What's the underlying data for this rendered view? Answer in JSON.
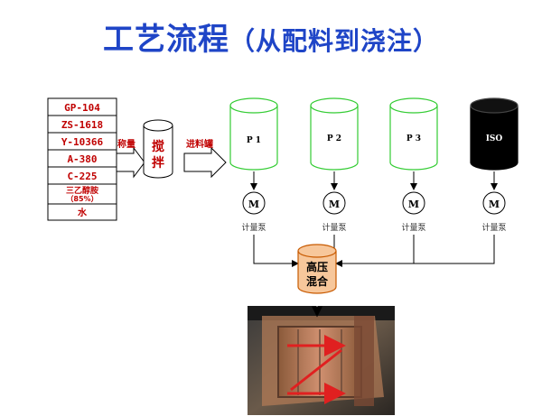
{
  "title": {
    "main": "工艺流程",
    "sub": "（从配料到浇注）"
  },
  "materials": [
    "GP-104",
    "ZS-1618",
    "Y-10366",
    "A-380",
    "C-225",
    "三乙醇胺",
    "（85%）",
    "水"
  ],
  "weigh_label": "称量",
  "mixer_label_1": "搅",
  "mixer_label_2": "拌",
  "feed_label": "进料罐",
  "tanks": [
    {
      "label": "P 1"
    },
    {
      "label": "P 2"
    },
    {
      "label": "P 3"
    },
    {
      "label": "ISO"
    }
  ],
  "pump_letter": "M",
  "pump_label": "计量泵",
  "mixhead_line1": "高压",
  "mixhead_line2": "混合",
  "colors": {
    "title": "#1f45c7",
    "material_text": "#c00000",
    "tank_outline": "#33cc33",
    "iso_tank": "#000000",
    "mixhead_fill": "#f7c79b",
    "mixhead_outline": "#c85a00",
    "photo_arrow": "#e02020"
  }
}
